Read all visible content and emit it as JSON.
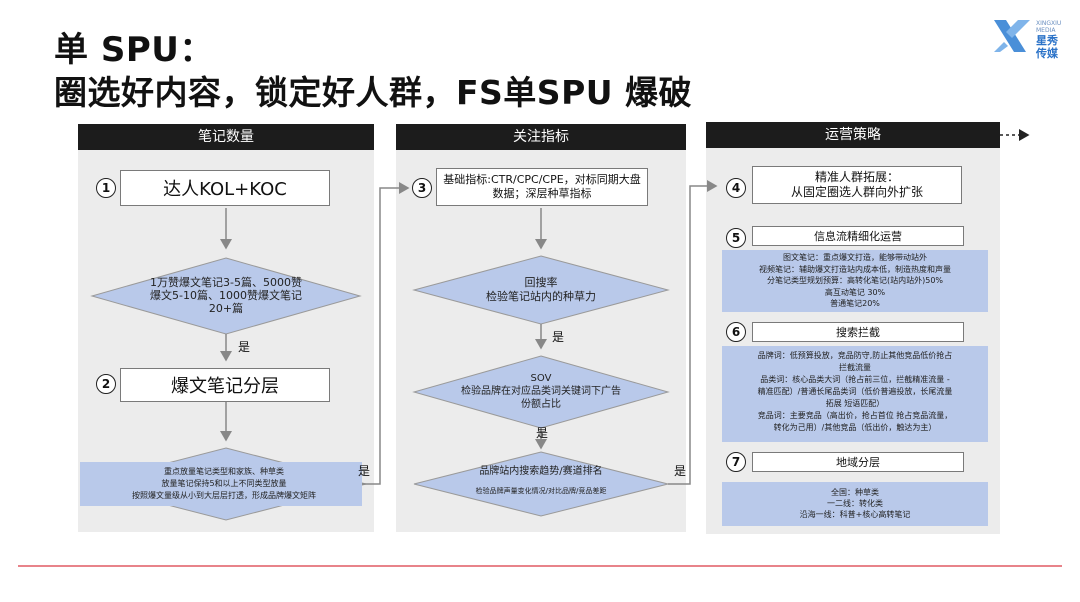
{
  "title_line1": "单 SPU：",
  "title_line2": "圈选好内容，锁定好人群，FS单SPU 爆破",
  "logo": {
    "en_line1": "XINGXIU",
    "en_line2": "MEDIA",
    "cn_line1": "星秀",
    "cn_line2": "传媒"
  },
  "col1": {
    "header": "笔记数量",
    "step1_num": "1",
    "step1_box": "达人KOL+KOC",
    "diamond1": "1万赞爆文笔记3-5篇、5000赞爆文5-10篇、1000赞爆文笔记20+篇",
    "yes1": "是",
    "step2_num": "2",
    "step2_box": "爆文笔记分层",
    "diamond2_lines": [
      "重点放量笔记类型和家族、种草类",
      "放量笔记保持5和以上不同类型放量",
      "按照爆文量级从小到大层层打透，形成品牌爆文矩阵"
    ],
    "yes2": "是"
  },
  "col2": {
    "header": "关注指标",
    "step3_num": "3",
    "step3_box": "基础指标:CTR/CPC/CPE，对标同期大盘数据；深层种草指标",
    "diamond1": "回搜率\n检验笔记站内的种草力",
    "yes1": "是",
    "diamond2": "SOV\n检验品牌在对应品类词关键词下广告份额占比",
    "yes2": "是",
    "diamond3_title": "品牌站内搜索趋势/赛道排名",
    "diamond3_sub": "检验品牌声量变化情况/对比品牌/竞品差距",
    "yes3": "是"
  },
  "col3": {
    "header": "运营策略",
    "step4_num": "4",
    "step4_title": "精准人群拓展：",
    "step4_sub": "从固定圈选人群向外扩张",
    "step5_num": "5",
    "step5_box": "信息流精细化运营",
    "step5_lines": [
      "图文笔记：重点爆文打造，能够带动站外",
      "视频笔记：辅助爆文打造站内成本低，制造热度和声量",
      "分笔记类型规划预算：高转化笔记(站内站外)50%",
      "高互动笔记 30%",
      "普通笔记20%"
    ],
    "step6_num": "6",
    "step6_box": "搜索拦截",
    "step6_lines": [
      "品牌词：低预算投放，竞品防守,防止其他竞品低价抢占",
      "拦截流量",
      "品类词：核心品类大词（抢占前三位，拦截精准流量 -",
      "精准匹配）/普通长尾品类词（低价普遍投放，长尾流量",
      "拓展 短语匹配）",
      "竞品词：主要竞品（高出价，抢占首位 抢占竞品流量，",
      "转化为己用）/其他竞品（低出价，触达为主）"
    ],
    "step7_num": "7",
    "step7_box": "地域分层",
    "step7_lines": [
      "全国：种草类",
      "一二线：转化类",
      "沿海一线：科普+核心高转笔记"
    ]
  }
}
